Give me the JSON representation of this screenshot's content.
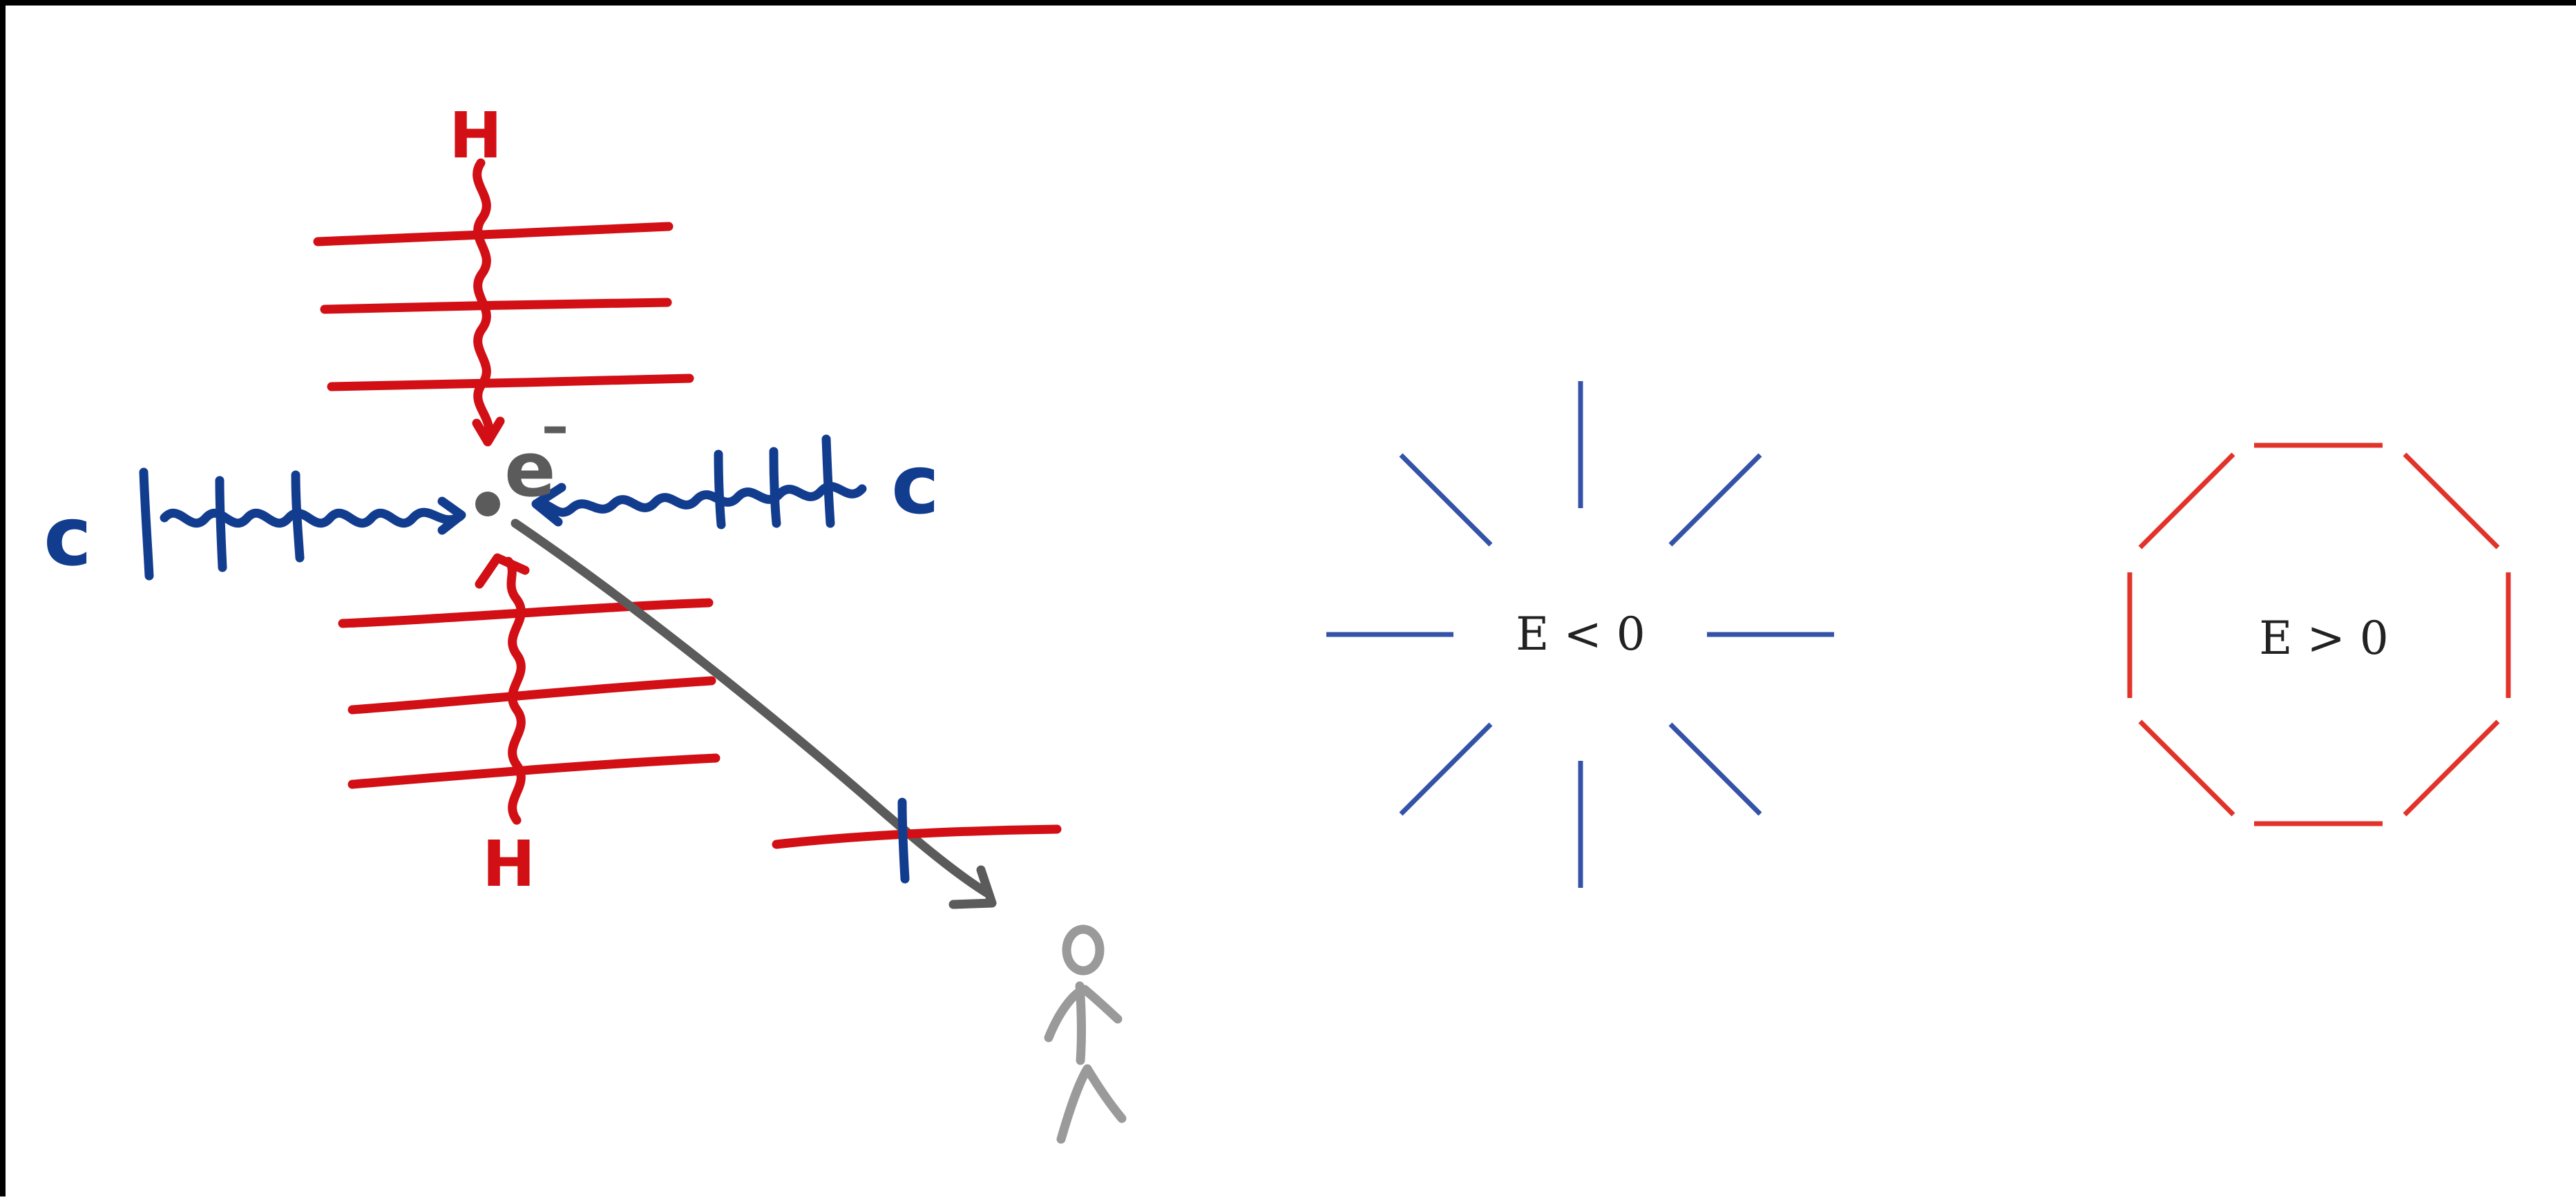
{
  "sketch": {
    "top_label": "H",
    "bottom_label": "H",
    "left_label": "c",
    "right_label": "c",
    "particle_label": "e",
    "particle_charge": "–",
    "colors": {
      "magnetic": "#d20f14",
      "electric": "#123d8f",
      "path": "#5b5b5b",
      "observer": "#9a9a9a"
    }
  },
  "starburst": {
    "label": "E < 0",
    "color": "#3452a8"
  },
  "octagon": {
    "label": "E > 0",
    "color": "#e2332a"
  }
}
